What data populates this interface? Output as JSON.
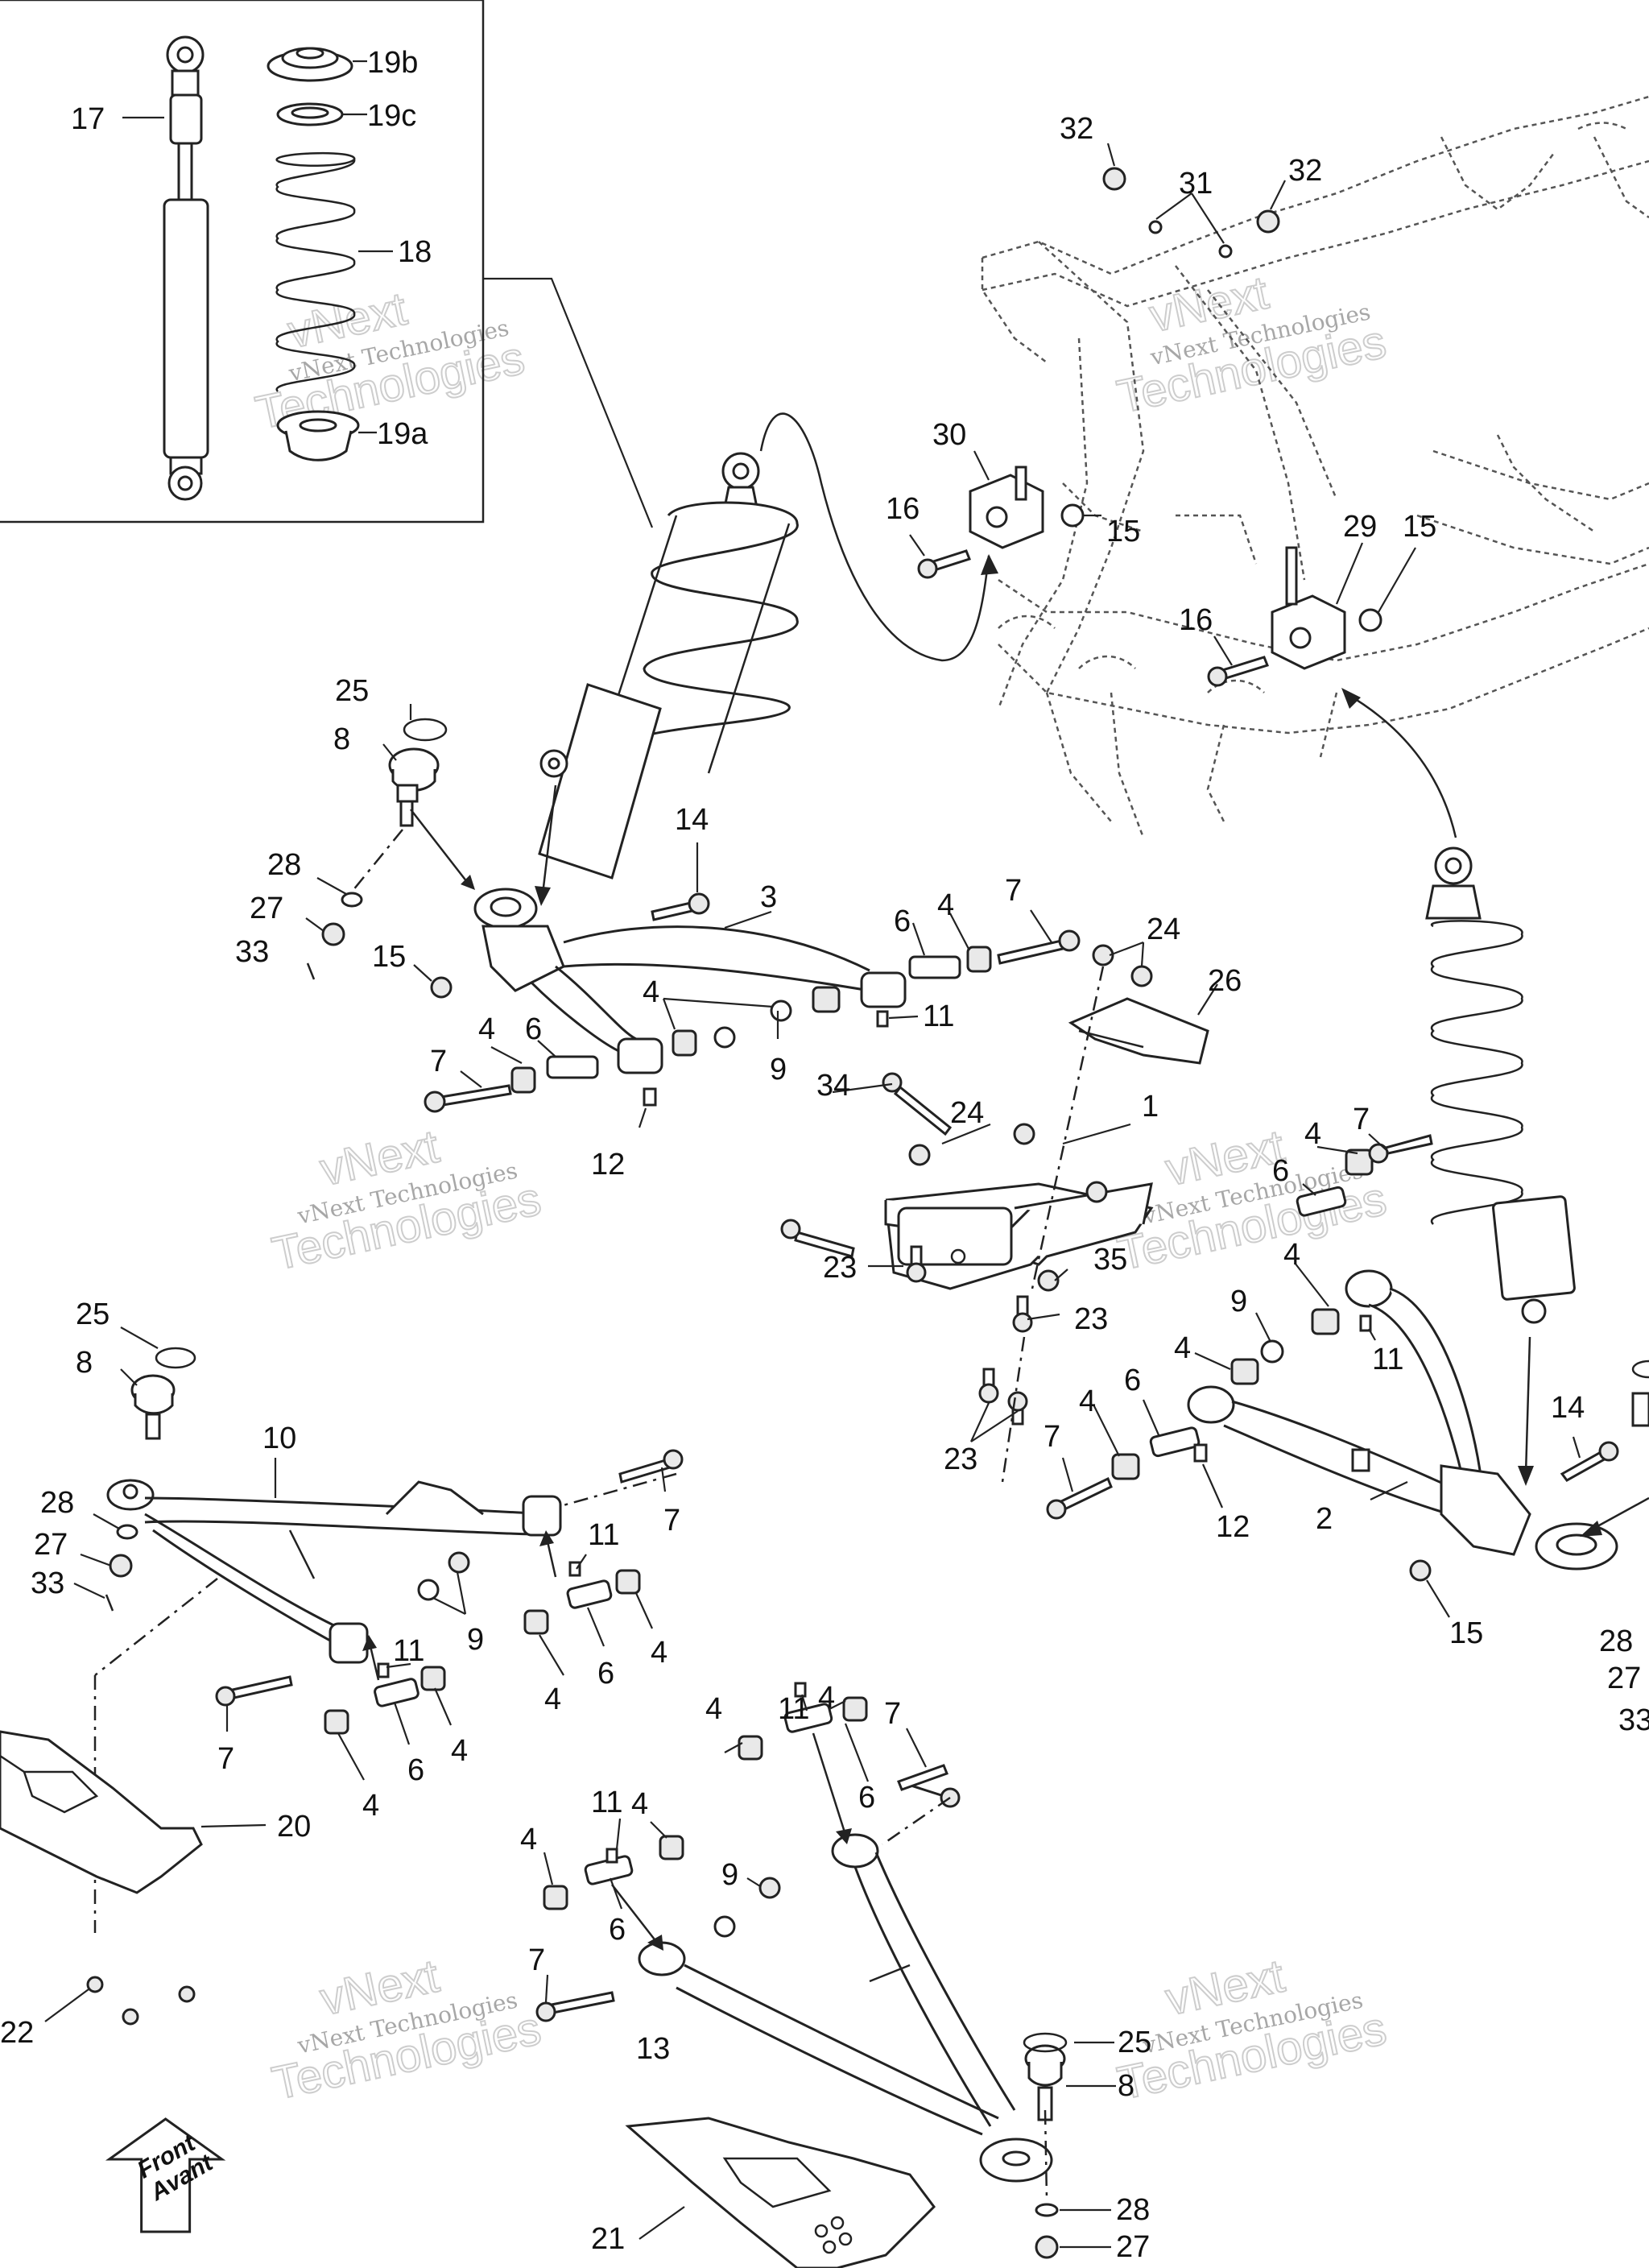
{
  "watermark": {
    "line1": "vNext",
    "line2": "vNext Technologies",
    "line3": "Technologies"
  },
  "front_arrow": {
    "line1": "Front",
    "line2": "Avant"
  },
  "callouts": [
    {
      "id": "c17",
      "text": "17"
    },
    {
      "id": "c19b",
      "text": "19b"
    },
    {
      "id": "c19c",
      "text": "19c"
    },
    {
      "id": "c18",
      "text": "18"
    },
    {
      "id": "c19a",
      "text": "19a"
    },
    {
      "id": "c32a",
      "text": "32"
    },
    {
      "id": "c31",
      "text": "31"
    },
    {
      "id": "c32b",
      "text": "32"
    },
    {
      "id": "c30",
      "text": "30"
    },
    {
      "id": "c16a",
      "text": "16"
    },
    {
      "id": "c15a",
      "text": "15"
    },
    {
      "id": "c29",
      "text": "29"
    },
    {
      "id": "c15b",
      "text": "15"
    },
    {
      "id": "c16b",
      "text": "16"
    },
    {
      "id": "c25a",
      "text": "25"
    },
    {
      "id": "c8a",
      "text": "8"
    },
    {
      "id": "c14a",
      "text": "14"
    },
    {
      "id": "c3",
      "text": "3"
    },
    {
      "id": "c6a",
      "text": "6"
    },
    {
      "id": "c4a",
      "text": "4"
    },
    {
      "id": "c7a",
      "text": "7"
    },
    {
      "id": "c24a",
      "text": "24"
    },
    {
      "id": "c28a",
      "text": "28"
    },
    {
      "id": "c27a",
      "text": "27"
    },
    {
      "id": "c33a",
      "text": "33"
    },
    {
      "id": "c15c",
      "text": "15"
    },
    {
      "id": "c4b",
      "text": "4"
    },
    {
      "id": "c11a",
      "text": "11"
    },
    {
      "id": "c26",
      "text": "26"
    },
    {
      "id": "c7b",
      "text": "7"
    },
    {
      "id": "c4c",
      "text": "4"
    },
    {
      "id": "c6b",
      "text": "6"
    },
    {
      "id": "c9a",
      "text": "9"
    },
    {
      "id": "c12a",
      "text": "12"
    },
    {
      "id": "c34",
      "text": "34"
    },
    {
      "id": "c24b",
      "text": "24"
    },
    {
      "id": "c1",
      "text": "1"
    },
    {
      "id": "c7c",
      "text": "7"
    },
    {
      "id": "c4d",
      "text": "4"
    },
    {
      "id": "c6c",
      "text": "6"
    },
    {
      "id": "c23a",
      "text": "23"
    },
    {
      "id": "c35",
      "text": "35"
    },
    {
      "id": "c23b",
      "text": "23"
    },
    {
      "id": "c4e",
      "text": "4"
    },
    {
      "id": "c9b",
      "text": "9"
    },
    {
      "id": "c11b",
      "text": "11"
    },
    {
      "id": "c4f",
      "text": "4"
    },
    {
      "id": "c6d",
      "text": "6"
    },
    {
      "id": "c4g",
      "text": "4"
    },
    {
      "id": "c23c",
      "text": "23"
    },
    {
      "id": "c7d",
      "text": "7"
    },
    {
      "id": "c12b",
      "text": "12"
    },
    {
      "id": "c14b",
      "text": "14"
    },
    {
      "id": "c2",
      "text": "2"
    },
    {
      "id": "c15d",
      "text": "15"
    },
    {
      "id": "c28b",
      "text": "28"
    },
    {
      "id": "c27b",
      "text": "27"
    },
    {
      "id": "c33b",
      "text": "33"
    },
    {
      "id": "c25b",
      "text": "25"
    },
    {
      "id": "c8b",
      "text": "8"
    },
    {
      "id": "c10",
      "text": "10"
    },
    {
      "id": "c7e",
      "text": "7"
    },
    {
      "id": "c28c",
      "text": "28"
    },
    {
      "id": "c27c",
      "text": "27"
    },
    {
      "id": "c33c",
      "text": "33"
    },
    {
      "id": "c11c",
      "text": "11"
    },
    {
      "id": "c9c",
      "text": "9"
    },
    {
      "id": "c4h",
      "text": "4"
    },
    {
      "id": "c6e",
      "text": "6"
    },
    {
      "id": "c4i",
      "text": "4"
    },
    {
      "id": "c11d",
      "text": "11"
    },
    {
      "id": "c7f",
      "text": "7"
    },
    {
      "id": "c6f",
      "text": "6"
    },
    {
      "id": "c4j",
      "text": "4"
    },
    {
      "id": "c4k",
      "text": "4"
    },
    {
      "id": "c20",
      "text": "20"
    },
    {
      "id": "c11e",
      "text": "11"
    },
    {
      "id": "c4l",
      "text": "4"
    },
    {
      "id": "c4m",
      "text": "4"
    },
    {
      "id": "c7g",
      "text": "7"
    },
    {
      "id": "c6g",
      "text": "6"
    },
    {
      "id": "c11f",
      "text": "11"
    },
    {
      "id": "c4n",
      "text": "4"
    },
    {
      "id": "c4o",
      "text": "4"
    },
    {
      "id": "c9d",
      "text": "9"
    },
    {
      "id": "c6h",
      "text": "6"
    },
    {
      "id": "c7h",
      "text": "7"
    },
    {
      "id": "c22",
      "text": "22"
    },
    {
      "id": "c13",
      "text": "13"
    },
    {
      "id": "c25c",
      "text": "25"
    },
    {
      "id": "c8c",
      "text": "8"
    },
    {
      "id": "c21",
      "text": "21"
    },
    {
      "id": "c28d",
      "text": "28"
    },
    {
      "id": "c27d",
      "text": "27"
    }
  ]
}
